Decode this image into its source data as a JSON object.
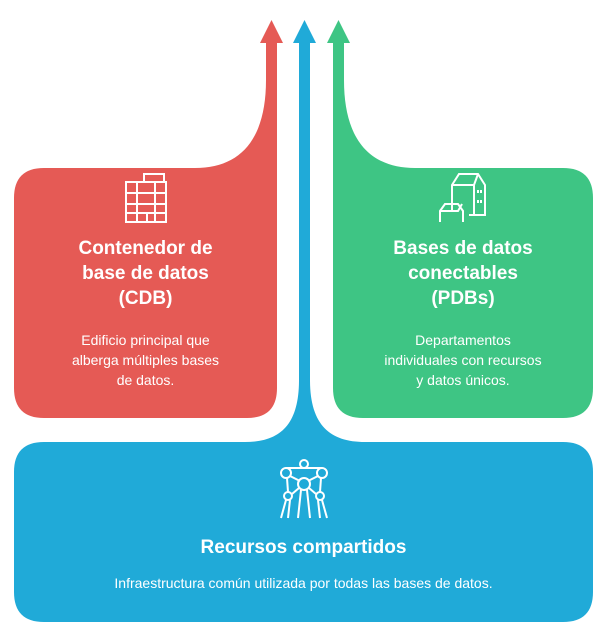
{
  "colors": {
    "red": "#E55A55",
    "blue": "#20AAD8",
    "green": "#3EC584"
  },
  "cdb": {
    "icon": "office-building-icon",
    "title_lines": [
      "Contenedor de",
      "base de datos",
      "(CDB)"
    ],
    "desc_lines": [
      "Edificio principal que",
      "alberga múltiples bases",
      "de datos."
    ]
  },
  "pdb": {
    "icon": "houses-buildings-icon",
    "title_lines": [
      "Bases de datos",
      "conectables",
      "(PDBs)"
    ],
    "desc_lines": [
      "Departamentos",
      "individuales con recursos",
      "y datos únicos."
    ]
  },
  "shared": {
    "icon": "atomium-structure-icon",
    "title": "Recursos compartidos",
    "desc": "Infraestructura común utilizada por todas las bases de datos."
  }
}
